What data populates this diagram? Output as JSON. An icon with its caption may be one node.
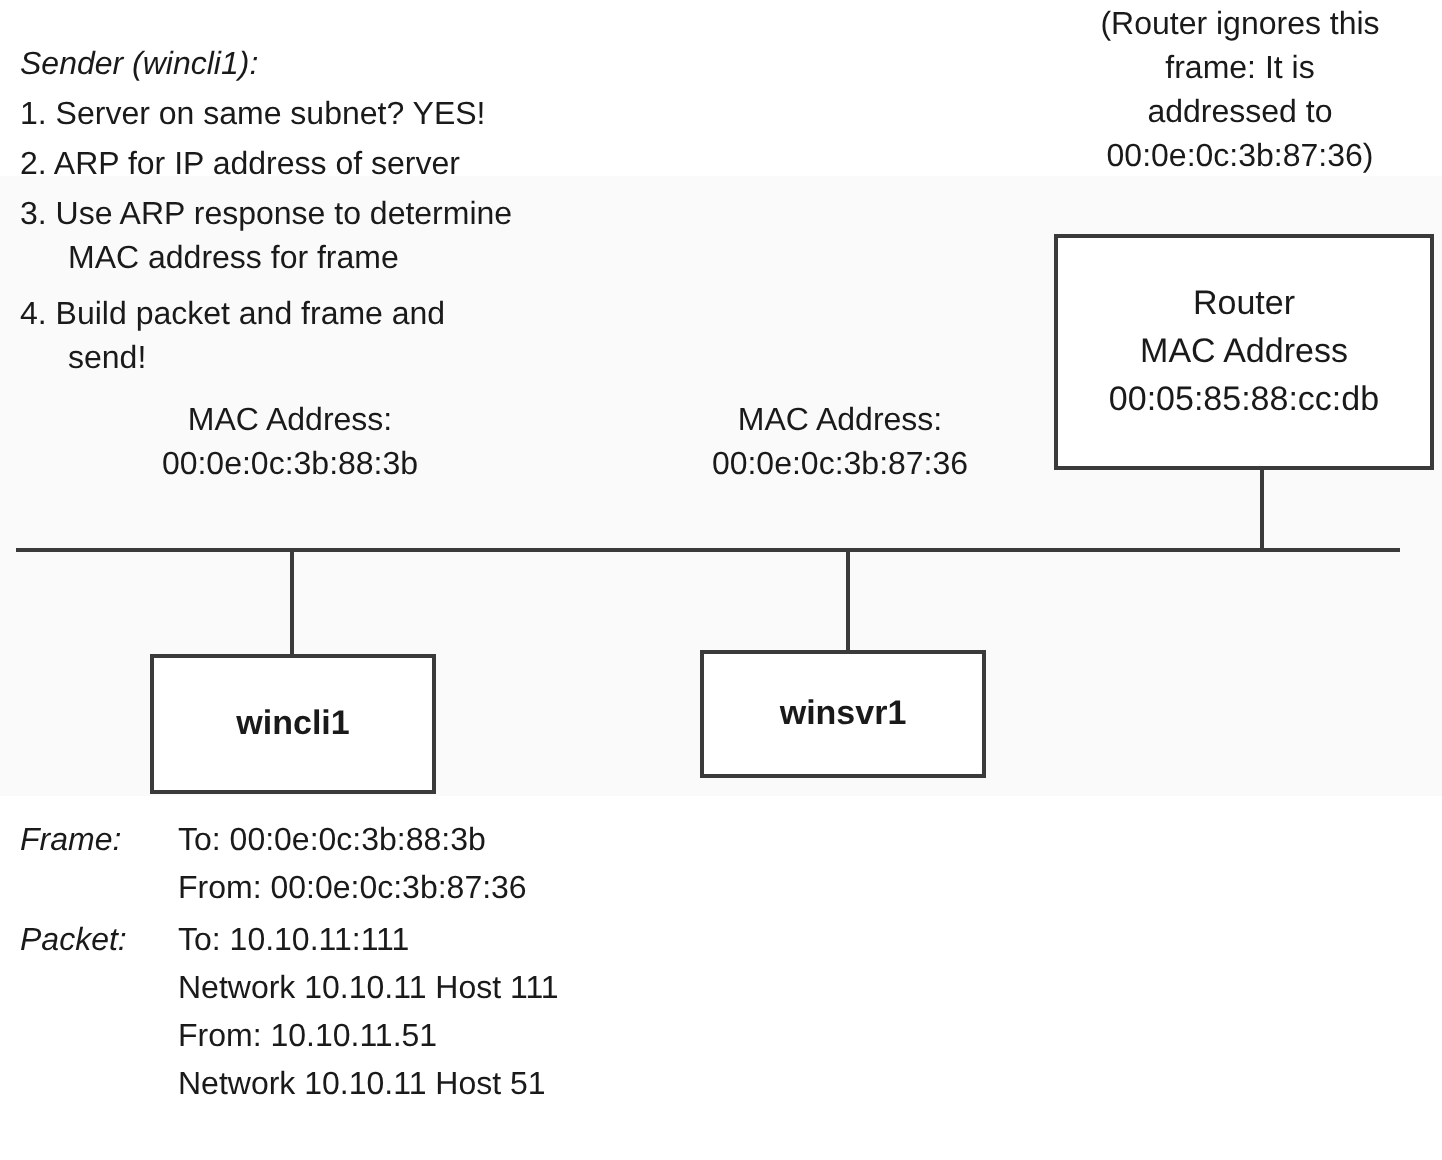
{
  "diagram": {
    "nodes": [
      {
        "text": [],
        "shape": "bar"
      },
      {
        "text": [
          "wincli1"
        ]
      },
      {
        "text": [
          "winsvr1"
        ]
      },
      {
        "text": [
          "Router",
          "MAC Address 00:05:85:88:cc:db"
        ]
      }
    ],
    "edges": [
      {
        "from": 0,
        "to": 1,
        "arrow": "none"
      },
      {
        "from": 0,
        "to": 2,
        "arrow": "none"
      },
      {
        "from": 0,
        "to": 3,
        "arrow": "none"
      }
    ],
    "labels": [
      "Sender (wincli1):",
      "1. Server on same subnet? YES!",
      "2. ARP for IP address of server",
      "3. Use ARP response to determine MAC address for frame",
      "4. Build packet and frame and send!",
      "MAC Address: 00:0e:0c:3b:88:3b",
      "MAC Address: 00:0e:0c:3b:87:36",
      "(Router ignores this frame: It is addressed to 00:0e:0c:3b:87:36)",
      "Frame:",
      "To: 00:0e:0c:3b:88:3b",
      "From: 00:0e:0c:3b:87:36",
      "Packet:",
      "To: 10.10.11:111",
      "Network 10.10.11 Host 111",
      "From: 10.10.11.51",
      "Network 10.10.11 Host 51"
    ]
  }
}
